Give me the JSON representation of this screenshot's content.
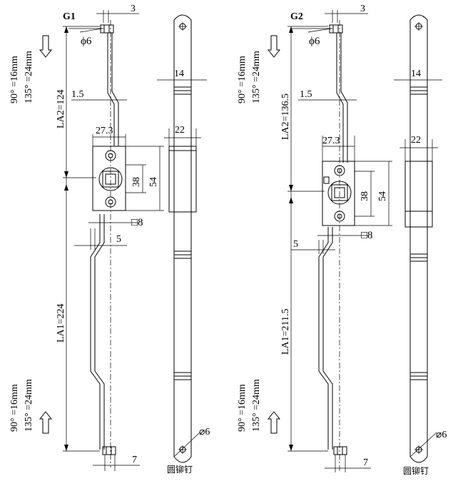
{
  "variants": [
    {
      "title": "G1",
      "dim_top": "3",
      "dim_hole": "ϕ6",
      "dim_offset": "1.5",
      "dim_la2": "LA2=124",
      "dim_width": "27.3",
      "dim_38": "38",
      "dim_54": "54",
      "dim_square": "□8",
      "dim_5": "5",
      "dim_la1": "LA1=224",
      "dim_bottom": "7",
      "angle_top_1": "90° =16mm",
      "angle_top_2": "135° =24mm",
      "angle_bot_1": "90° =16mm",
      "angle_bot_2": "135° =24mm",
      "side_14": "14",
      "side_22": "22",
      "side_hole": "⌀6",
      "rivet_label": "圆铆钉"
    },
    {
      "title": "G2",
      "dim_top": "3",
      "dim_hole": "ϕ6",
      "dim_offset": "1.5",
      "dim_la2": "LA2=136.5",
      "dim_width": "27.3",
      "dim_38": "38",
      "dim_54": "54",
      "dim_square": "□8",
      "dim_5": "5",
      "dim_la1": "LA1=211.5",
      "dim_bottom": "7",
      "angle_top_1": "90° =16mm",
      "angle_top_2": "135° =24mm",
      "angle_bot_1": "90° =16mm",
      "angle_bot_2": "135° =24mm",
      "side_14": "14",
      "side_22": "22",
      "side_hole": "⌀6",
      "rivet_label": "圆铆钉"
    }
  ]
}
